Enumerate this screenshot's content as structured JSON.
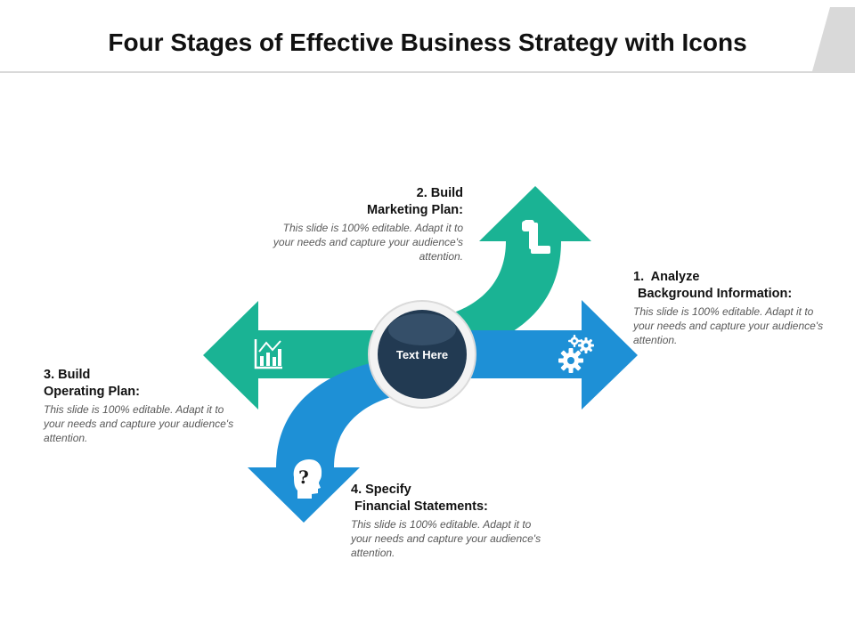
{
  "title": "Four Stages of Effective Business Strategy with Icons",
  "center_label": "Text Here",
  "colors": {
    "green": "#1ab394",
    "blue": "#1e90d6",
    "hub_dark": "#223a52",
    "accent_gray": "#d9d9d9"
  },
  "stages": [
    {
      "number": "1.",
      "heading_line1": "Analyze",
      "heading_line2": "Background Information:",
      "description": "This slide is 100% editable. Adapt it to your needs and capture your audience's attention.",
      "icon": "gears-icon"
    },
    {
      "number": "2.",
      "heading_line1": "Build",
      "heading_line2": "Marketing Plan:",
      "description": "This slide is 100% editable. Adapt it to your needs and capture your audience's attention.",
      "icon": "rolled-paper-icon"
    },
    {
      "number": "3.",
      "heading_line1": "Build",
      "heading_line2": "Operating Plan:",
      "description": "This slide is 100% editable. Adapt it to your needs and capture your audience's attention.",
      "icon": "bar-chart-icon"
    },
    {
      "number": "4.",
      "heading_line1": "Specify",
      "heading_line2": "Financial Statements:",
      "description": "This slide is 100% editable. Adapt it to your needs and capture your audience's attention.",
      "icon": "head-question-icon"
    }
  ]
}
